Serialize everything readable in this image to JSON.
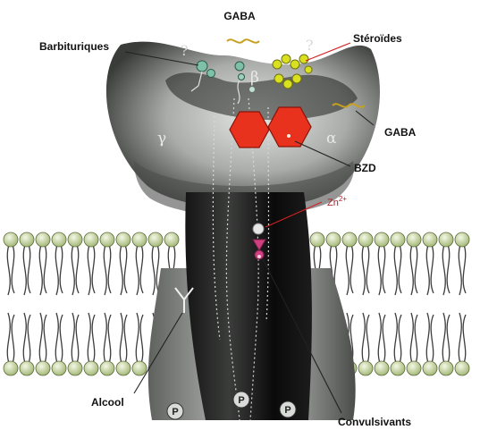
{
  "labels": {
    "gaba_top": "GABA",
    "barbituriques": "Barbituriques",
    "steroides": "Stéroïdes",
    "gaba_right": "GABA",
    "bzd": "BZD",
    "zn_base": "Zn",
    "zn_charge": "2+",
    "alcool": "Alcool",
    "convulsivants": "Convulsivants"
  },
  "subunits": {
    "beta": "β",
    "gamma": "γ",
    "alpha": "α"
  },
  "unknown_sites": [
    "?",
    "?"
  ],
  "phosphorylation": [
    "P",
    "P",
    "P"
  ],
  "colors": {
    "membrane_heads": "#c9d9a0",
    "receptor_dark": "#1a1a1a",
    "receptor_light": "#cfd2cf",
    "bzd_site": "#e8321e",
    "steroid_site": "#d9e020",
    "barbiturate_site": "#7ec0a8",
    "convulsivant_site": "#d04080",
    "label_arrow_red": "#d42020",
    "gaba_ligand": "#c8a020"
  },
  "icons": [
    "alcohol-y-icon",
    "zinc-ion-icon",
    "phosphate-icon"
  ]
}
